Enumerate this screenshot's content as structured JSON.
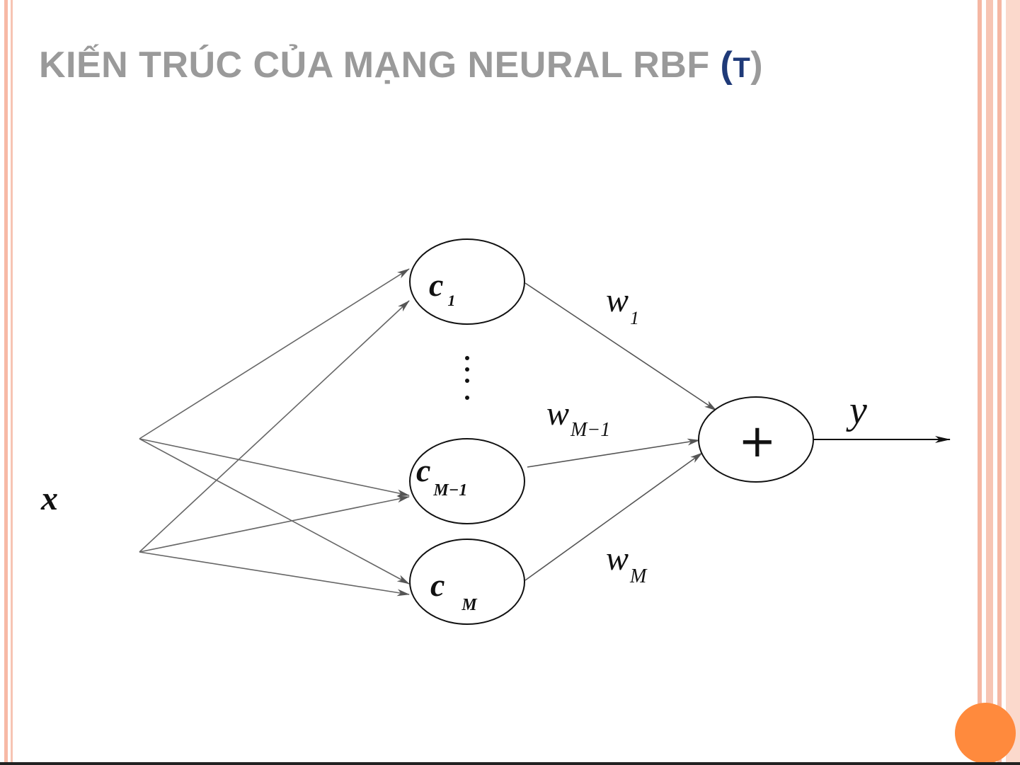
{
  "title": {
    "main": "KIẾN TRÚC CỦA MẠNG NEURAL RBF ",
    "paren_open": "(",
    "paren_letter": "T",
    "paren_close": ")"
  },
  "diagram": {
    "input_label": "x",
    "centers": [
      {
        "main": "c",
        "sub": "1"
      },
      {
        "main": "c",
        "sub": "M−1"
      },
      {
        "main": "c",
        "sub": "M"
      }
    ],
    "ellipsis": "⋮",
    "weights": [
      {
        "main": "w",
        "sub": "1"
      },
      {
        "main": "w",
        "sub": "M−1"
      },
      {
        "main": "w",
        "sub": "M"
      }
    ],
    "sum_symbol": "+",
    "output_label": "y"
  },
  "colors": {
    "title_gray": "#9a9a9a",
    "title_blue": "#1f3a78",
    "accent_orange": "#ff8a3d",
    "border_salmon": "#f5b7a3"
  }
}
